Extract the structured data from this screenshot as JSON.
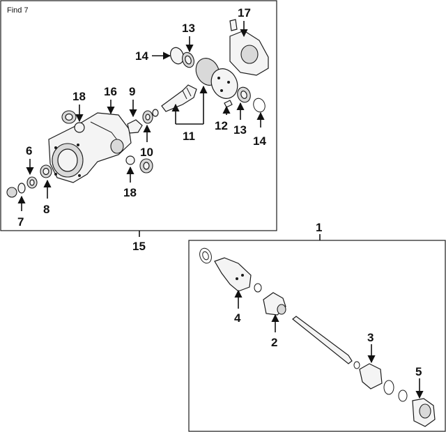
{
  "page_tag": "Find 7",
  "callouts": {
    "c1": "1",
    "c2": "2",
    "c3": "3",
    "c4": "4",
    "c5": "5",
    "c6": "6",
    "c7": "7",
    "c8": "8",
    "c9": "9",
    "c10": "10",
    "c11": "11",
    "c12": "12",
    "c13a": "13",
    "c13b": "13",
    "c14a": "14",
    "c14b": "14",
    "c15": "15",
    "c16": "16",
    "c17": "17",
    "c18a": "18",
    "c18b": "18"
  },
  "colors": {
    "line": "#1a1a1a",
    "part_fill": "#f4f4f4",
    "part_shade": "#d9d9d9",
    "background": "#ffffff"
  }
}
